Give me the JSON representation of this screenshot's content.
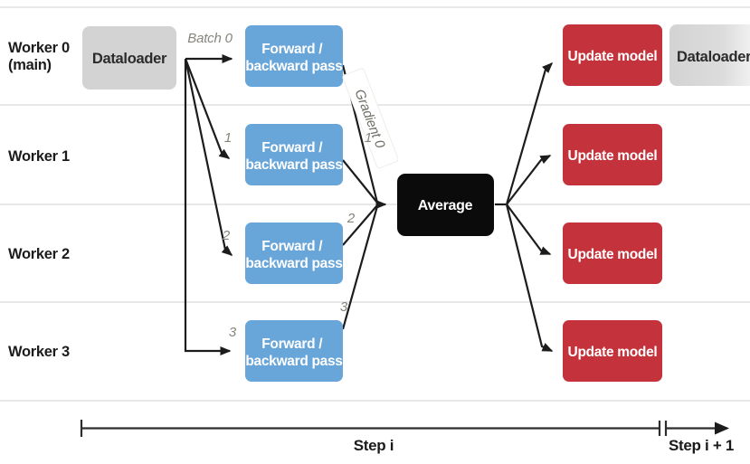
{
  "diagram": {
    "workers": [
      {
        "label": "Worker 0",
        "sublabel": "(main)"
      },
      {
        "label": "Worker 1"
      },
      {
        "label": "Worker 2"
      },
      {
        "label": "Worker 3"
      }
    ],
    "dataloader_label": "Dataloader",
    "next_dataloader_label": "Dataloader",
    "forward_box": {
      "line1": "Forward /",
      "line2": "backward pass"
    },
    "average_label": "Average",
    "update_label": "Update model",
    "batch_labels": [
      "Batch 0",
      "1",
      "2",
      "3"
    ],
    "gradient_labels": [
      "Gradient 0",
      "1",
      "2",
      "3"
    ],
    "timeline": {
      "current": "Step i",
      "next": "Step i + 1"
    },
    "colors": {
      "forward_box_blue": "#68a5d9",
      "update_box_red": "#c4323b",
      "dataloader_gray": "#d3d3d3",
      "average_black": "#0b0b0b",
      "arrow_black": "#1c1c1c",
      "separator_gray": "#dbdbdb",
      "annotation_gray": "#85857b"
    }
  }
}
